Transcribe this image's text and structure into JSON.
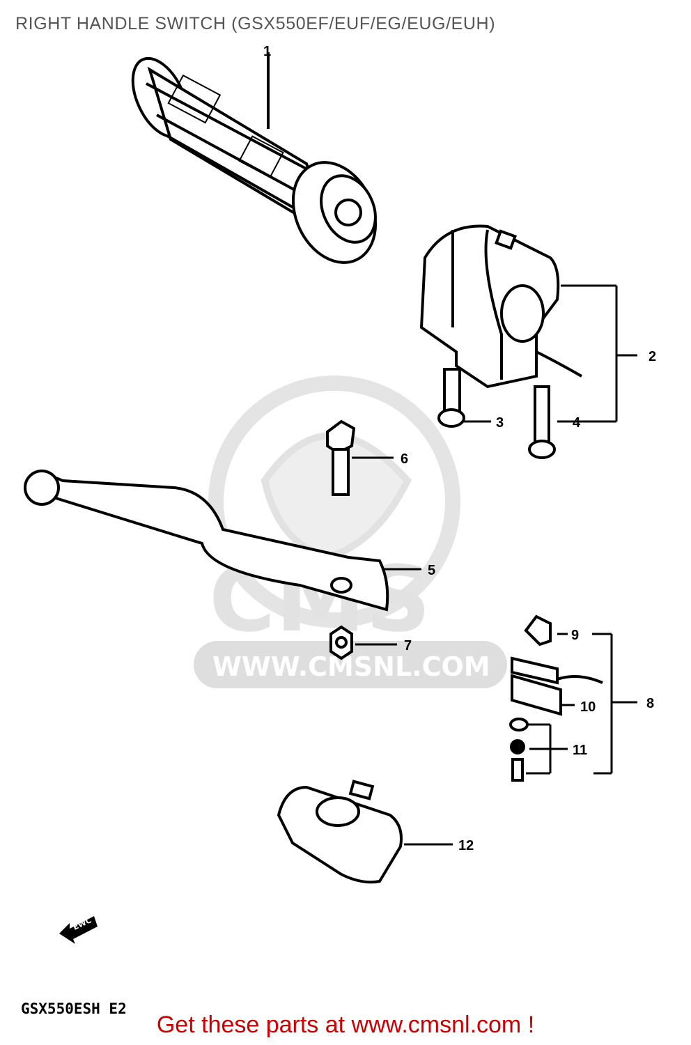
{
  "title": "RIGHT HANDLE SWITCH (GSX550EF/EUF/EG/EUG/EUH)",
  "watermark": {
    "logo": "CMS",
    "url": "WWW.CMSNL.COM"
  },
  "arrow_tag": "EWC",
  "callouts": [
    "1",
    "2",
    "3",
    "4",
    "5",
    "6",
    "7",
    "8",
    "9",
    "10",
    "11",
    "12"
  ],
  "model_code": "GSX550ESH E2",
  "footer": "Get these parts at www.cmsnl.com !",
  "colors": {
    "footer": "#cc0000",
    "title": "#555555",
    "watermark": "#d8d8d8"
  }
}
